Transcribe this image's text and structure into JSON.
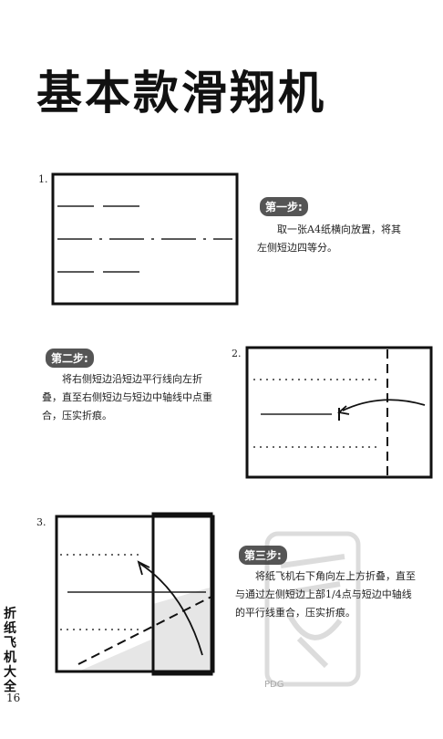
{
  "title": "基本款滑翔机",
  "steps": [
    {
      "number": "1.",
      "badge": "第一步:",
      "text": "取一张A4纸横向放置，将其左侧短边四等分。"
    },
    {
      "number": "2.",
      "badge": "第二步:",
      "text": "将右侧短边沿短边平行线向左折叠，直至右侧短边与短边中轴线中点重合，压实折痕。"
    },
    {
      "number": "3.",
      "badge": "第三步:",
      "text": "将纸飞机右下角向左上方折叠，直至与通过左侧短边上部1/4点与短边中轴线的平行线重合，压实折痕。"
    }
  ],
  "sidebar": {
    "book_title": "折纸飞机大全",
    "page_number": "16"
  },
  "watermark": {
    "text": "PDG"
  }
}
